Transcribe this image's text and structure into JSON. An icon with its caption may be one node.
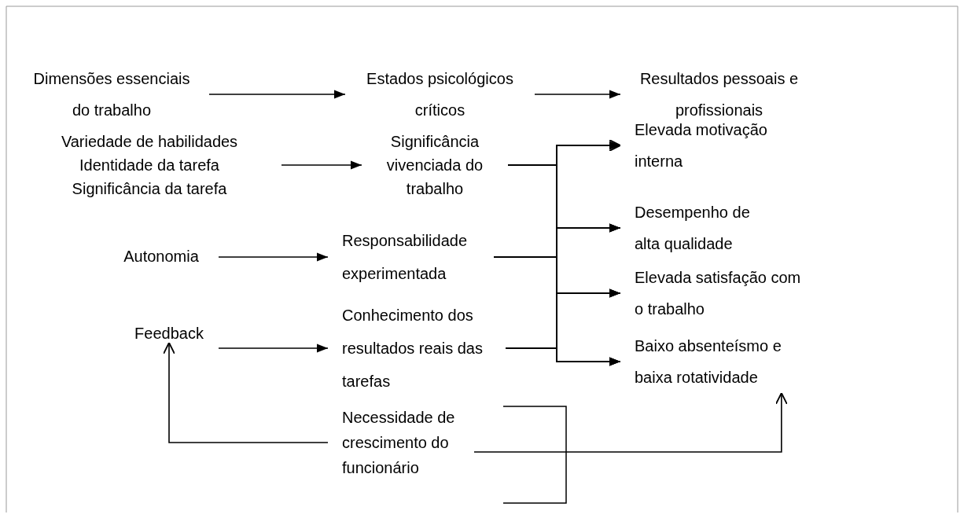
{
  "diagram": {
    "nodes": [
      {
        "text": [
          "Dimensões essenciais do trabalho"
        ]
      },
      {
        "text": [
          "Estados psicológicos críticos"
        ]
      },
      {
        "text": [
          "Resultados pessoais e profissionais"
        ]
      },
      {
        "text": [
          "Variedade de habilidades",
          "Identidade da tarefa",
          "Significância da tarefa"
        ]
      },
      {
        "text": [
          "Significância vivenciada do trabalho"
        ]
      },
      {
        "text": [
          "Elevada motivação interna"
        ]
      },
      {
        "text": [
          "Desempenho de alta qualidade"
        ]
      },
      {
        "text": [
          "Autonomia"
        ]
      },
      {
        "text": [
          "Responsabilidade experimentada"
        ]
      },
      {
        "text": [
          "Elevada satisfação com o trabalho"
        ]
      },
      {
        "text": [
          "Feedback"
        ]
      },
      {
        "text": [
          "Conhecimento dos resultados reais das tarefas"
        ]
      },
      {
        "text": [
          "Baixo absenteísmo e baixa rotatividade"
        ]
      },
      {
        "text": [
          "Necessidade de crescimento do funcionário"
        ]
      }
    ],
    "edges": [
      {
        "from": 0,
        "to": 1,
        "arrow": "to"
      },
      {
        "from": 1,
        "to": 2,
        "arrow": "to"
      },
      {
        "from": 3,
        "to": 4,
        "arrow": "to"
      },
      {
        "from": 7,
        "to": 8,
        "arrow": "to"
      },
      {
        "from": 10,
        "to": 11,
        "arrow": "to"
      },
      {
        "from": 4,
        "to": 5,
        "arrow": "to"
      },
      {
        "from": 4,
        "to": 6,
        "arrow": "to"
      },
      {
        "from": 4,
        "to": 9,
        "arrow": "to"
      },
      {
        "from": 4,
        "to": 12,
        "arrow": "to"
      },
      {
        "from": 8,
        "to": 5,
        "arrow": "to"
      },
      {
        "from": 8,
        "to": 6,
        "arrow": "to"
      },
      {
        "from": 8,
        "to": 9,
        "arrow": "to"
      },
      {
        "from": 8,
        "to": 12,
        "arrow": "to"
      },
      {
        "from": 11,
        "to": 5,
        "arrow": "to"
      },
      {
        "from": 11,
        "to": 6,
        "arrow": "to"
      },
      {
        "from": 11,
        "to": 9,
        "arrow": "to"
      },
      {
        "from": 11,
        "to": 12,
        "arrow": "to"
      },
      {
        "from": 13,
        "to": 10,
        "arrow": "to"
      },
      {
        "from": 13,
        "to": 12,
        "arrow": "to"
      }
    ]
  }
}
